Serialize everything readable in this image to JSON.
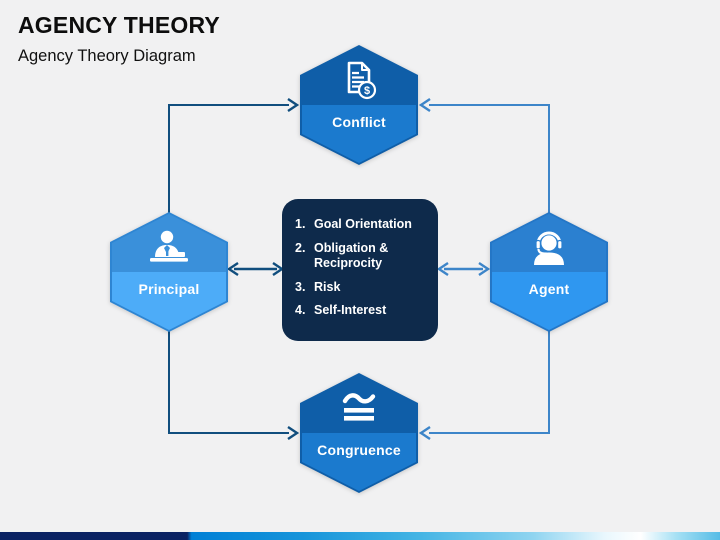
{
  "slide": {
    "title": "AGENCY THEORY",
    "subtitle": "Agency Theory Diagram",
    "background": "#f1f1f2"
  },
  "diagram": {
    "nodes": {
      "conflict": {
        "label": "Conflict",
        "icon": "invoice-dollar-icon",
        "color_top": "#0f5ea8",
        "color_bottom": "#1b7ace"
      },
      "principal": {
        "label": "Principal",
        "icon": "manager-at-desk-icon",
        "color_top": "#3a90da",
        "color_bottom": "#4dacf8"
      },
      "agent": {
        "label": "Agent",
        "icon": "support-headset-icon",
        "color_top": "#2b80d0",
        "color_bottom": "#2f97f0"
      },
      "congruence": {
        "label": "Congruence",
        "icon": "congruence-symbol-icon",
        "color_top": "#0f5ea8",
        "color_bottom": "#1b7ace"
      }
    },
    "center_box": {
      "background": "#0e2a4b",
      "items": [
        {
          "num": "1.",
          "text": "Goal Orientation"
        },
        {
          "num": "2.",
          "text": "Obligation & Reciprocity"
        },
        {
          "num": "3.",
          "text": "Risk"
        },
        {
          "num": "4.",
          "text": "Self-Interest"
        }
      ]
    },
    "connectors": {
      "left_color": "#114e7e",
      "right_color": "#3d85c9"
    }
  },
  "footer": {
    "bar_colors": [
      "#0a2263",
      "#0080d6",
      "#43b4e4",
      "#ffffff",
      "#55bce6"
    ]
  }
}
